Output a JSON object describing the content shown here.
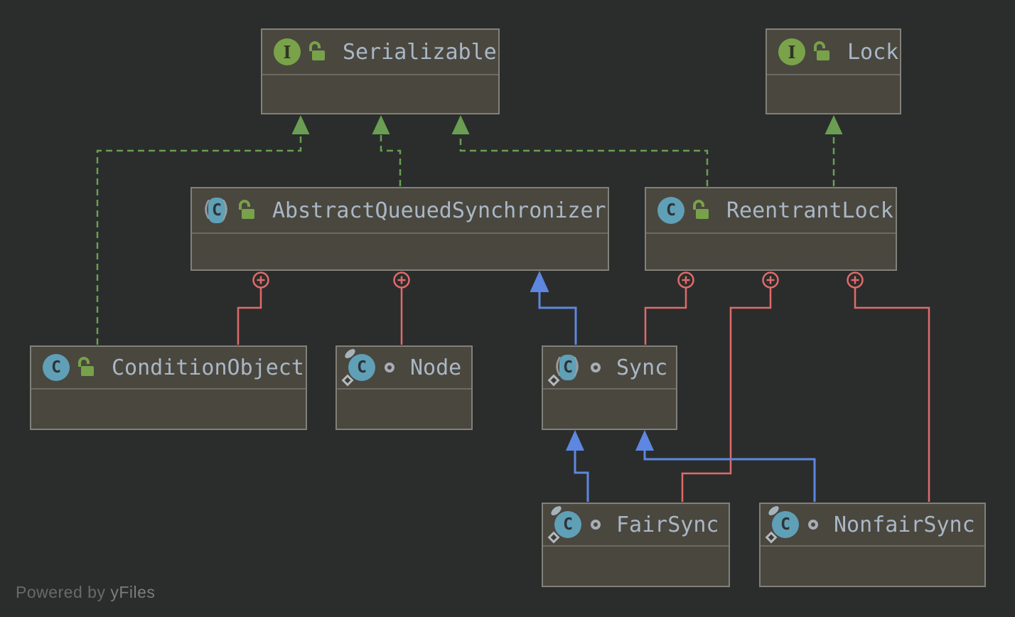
{
  "watermark": {
    "prefix": "Powered by ",
    "brand": "yFiles"
  },
  "icons": {
    "interface_letter": "I",
    "class_letter": "C",
    "abstract_paren_open": "(",
    "abstract_paren_close": ")",
    "public_icon": "open-padlock",
    "package_private_icon": "ring-circle",
    "inner_class_anchor": "plus-circle"
  },
  "diagram": {
    "nodes": {
      "serializable": {
        "name": "Serializable",
        "kind": "interface",
        "visibility": "public"
      },
      "lock": {
        "name": "Lock",
        "kind": "interface",
        "visibility": "public"
      },
      "aqs": {
        "name": "AbstractQueuedSynchronizer",
        "kind": "abstract-class",
        "visibility": "public"
      },
      "reentrantLock": {
        "name": "ReentrantLock",
        "kind": "class",
        "visibility": "public"
      },
      "conditionObject": {
        "name": "ConditionObject",
        "kind": "class",
        "visibility": "public"
      },
      "node": {
        "name": "Node",
        "kind": "class",
        "visibility": "package-private",
        "modifiers": [
          "static",
          "final"
        ]
      },
      "sync": {
        "name": "Sync",
        "kind": "abstract-class",
        "visibility": "package-private",
        "modifiers": [
          "static"
        ]
      },
      "fairSync": {
        "name": "FairSync",
        "kind": "class",
        "visibility": "package-private",
        "modifiers": [
          "static",
          "final"
        ]
      },
      "nonfairSync": {
        "name": "NonfairSync",
        "kind": "class",
        "visibility": "package-private",
        "modifiers": [
          "static",
          "final"
        ]
      }
    },
    "edges": [
      {
        "from": "ConditionObject",
        "to": "Serializable",
        "type": "implements"
      },
      {
        "from": "AbstractQueuedSynchronizer",
        "to": "Serializable",
        "type": "implements"
      },
      {
        "from": "ReentrantLock",
        "to": "Serializable",
        "type": "implements"
      },
      {
        "from": "ReentrantLock",
        "to": "Lock",
        "type": "implements"
      },
      {
        "from": "Sync",
        "to": "AbstractQueuedSynchronizer",
        "type": "extends"
      },
      {
        "from": "FairSync",
        "to": "Sync",
        "type": "extends"
      },
      {
        "from": "NonfairSync",
        "to": "Sync",
        "type": "extends"
      },
      {
        "from": "AbstractQueuedSynchronizer",
        "to": "ConditionObject",
        "type": "inner-class"
      },
      {
        "from": "AbstractQueuedSynchronizer",
        "to": "Node",
        "type": "inner-class"
      },
      {
        "from": "ReentrantLock",
        "to": "Sync",
        "type": "inner-class"
      },
      {
        "from": "ReentrantLock",
        "to": "FairSync",
        "type": "inner-class"
      },
      {
        "from": "ReentrantLock",
        "to": "NonfairSync",
        "type": "inner-class"
      }
    ],
    "colors": {
      "canvas": "#2b2d2c",
      "node_fill": "#4a473f",
      "node_border": "#82807a",
      "label_text": "#a9b7c6",
      "implements_edge": "#699e53",
      "extends_edge": "#5d87e0",
      "inner_class_edge": "#e06b6b",
      "interface_icon": "#7aa349",
      "class_icon": "#5fa0b7",
      "lock_icon": "#77a24a"
    }
  }
}
